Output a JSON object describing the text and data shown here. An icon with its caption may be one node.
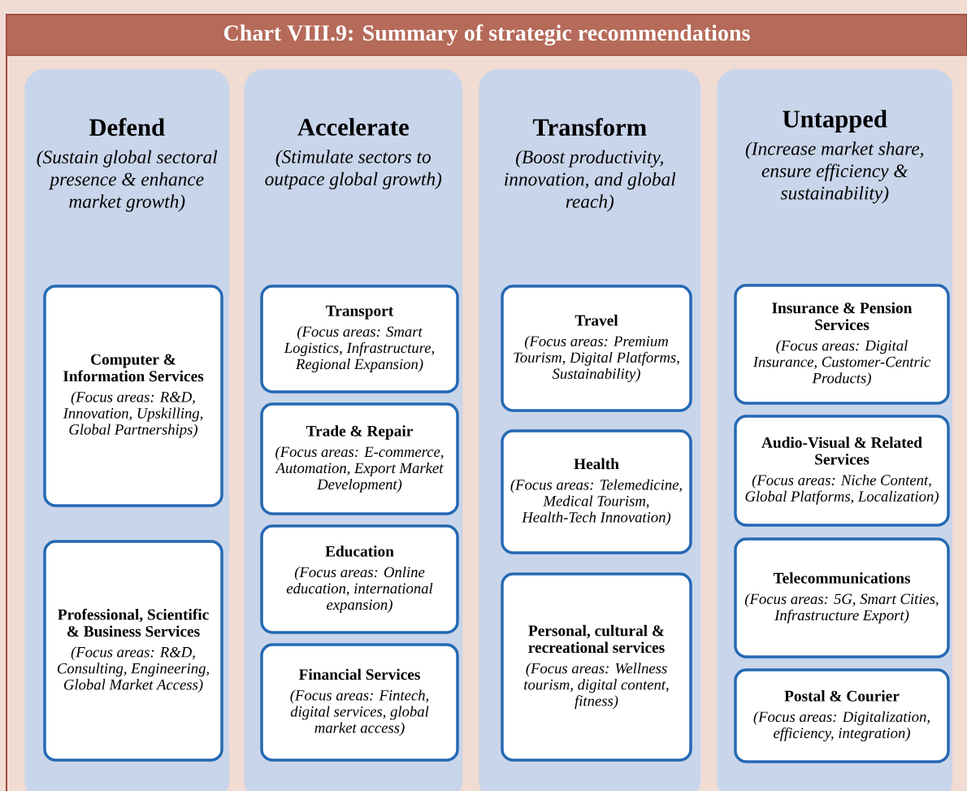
{
  "diagram": {
    "title": "Chart VIII.9: Summary of strategic recommendations",
    "nodes": [
      {
        "text": [
          "Defend",
          "(Sustain global sectoral presence & enhance market growth)"
        ]
      },
      {
        "text": [
          "Accelerate",
          "(Stimulate sectors to outpace global growth)"
        ]
      },
      {
        "text": [
          "Transform",
          "(Boost productivity, innovation, and global reach)"
        ]
      },
      {
        "text": [
          "Untapped",
          "(Increase market share, ensure efficiency & sustainability)"
        ]
      },
      {
        "text": [
          "Computer & Information Services",
          "(Focus areas: R&D, Innovation, Upskilling, Global Partnerships)"
        ],
        "in": 0
      },
      {
        "text": [
          "Professional, Scientific & Business Services",
          "(Focus areas: R&D, Consulting, Engineering, Global Market Access)"
        ],
        "in": 0
      },
      {
        "text": [
          "Transport",
          "(Focus areas: Smart Logistics, Infrastructure, Regional Expansion)"
        ],
        "in": 1
      },
      {
        "text": [
          "Trade & Repair",
          "(Focus areas: E-commerce, Automation, Export Market Development)"
        ],
        "in": 1
      },
      {
        "text": [
          "Education",
          "(Focus areas: Online education, international expansion)"
        ],
        "in": 1
      },
      {
        "text": [
          "Financial Services",
          "(Focus areas: Fintech, digital services, global market access)"
        ],
        "in": 1
      },
      {
        "text": [
          "Travel",
          "(Focus areas: Premium Tourism, Digital Platforms, Sustainability)"
        ],
        "in": 2
      },
      {
        "text": [
          "Health",
          "(Focus areas: Telemedicine, Medical Tourism, Health-Tech Innovation)"
        ],
        "in": 2
      },
      {
        "text": [
          "Personal, cultural & recreational services",
          "(Focus areas: Wellness tourism, digital content, fitness)"
        ],
        "in": 2
      },
      {
        "text": [
          "Insurance & Pension Services",
          "(Focus areas: Digital Insurance, Customer-Centric Products)"
        ],
        "in": 3
      },
      {
        "text": [
          "Audio-Visual & Related Services",
          "(Focus areas: Niche Content, Global Platforms, Localization)"
        ],
        "in": 3
      },
      {
        "text": [
          "Telecommunications",
          "(Focus areas: 5G, Smart Cities, Infrastructure Export)"
        ],
        "in": 3
      },
      {
        "text": [
          "Postal & Courier",
          "(Focus areas: Digitalization, efficiency, integration)"
        ],
        "in": 3
      }
    ]
  }
}
